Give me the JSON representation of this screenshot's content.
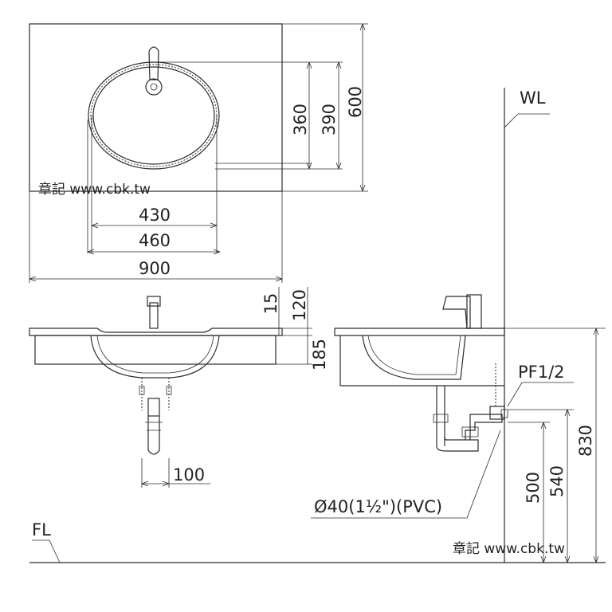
{
  "dimensions": {
    "top_view": {
      "depth_360": "360",
      "depth_390": "390",
      "depth_600": "600",
      "width_430": "430",
      "width_460": "460",
      "width_900": "900"
    },
    "front_view": {
      "thickness_15": "15",
      "height_120": "120",
      "height_185": "185",
      "offset_100": "100"
    },
    "side_view": {
      "height_830": "830",
      "height_540": "540",
      "height_500": "500"
    }
  },
  "labels": {
    "wall_line": "WL",
    "floor_line": "FL",
    "supply": "PF1/2",
    "drain_pipe": "Ø40(1½\")(PVC)"
  },
  "watermarks": {
    "top": "章記 www.cbk.tw",
    "bottom": "章記 www.cbk.tw"
  }
}
